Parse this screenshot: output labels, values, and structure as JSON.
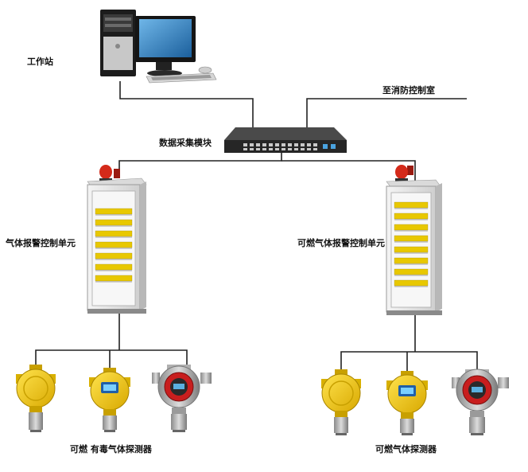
{
  "labels": {
    "workstation": "工作站",
    "fire_control_room": "至消防控制室",
    "data_module": "数据采集模块",
    "gas_alarm_unit": "气体报警控制单元",
    "combustible_alarm_unit": "可燃气体报警控制单元",
    "toxic_detectors": "可燃 有毒气体探测器",
    "combustible_detectors": "可燃气体探测器"
  },
  "colors": {
    "line": "#222222",
    "cabinet": "#e6e6e6",
    "terminal": "#e8c800",
    "beacon": "#d42a1a",
    "detector_yellow": "#f0c400",
    "detector_red": "#c81e1e",
    "switch": "#262626"
  }
}
